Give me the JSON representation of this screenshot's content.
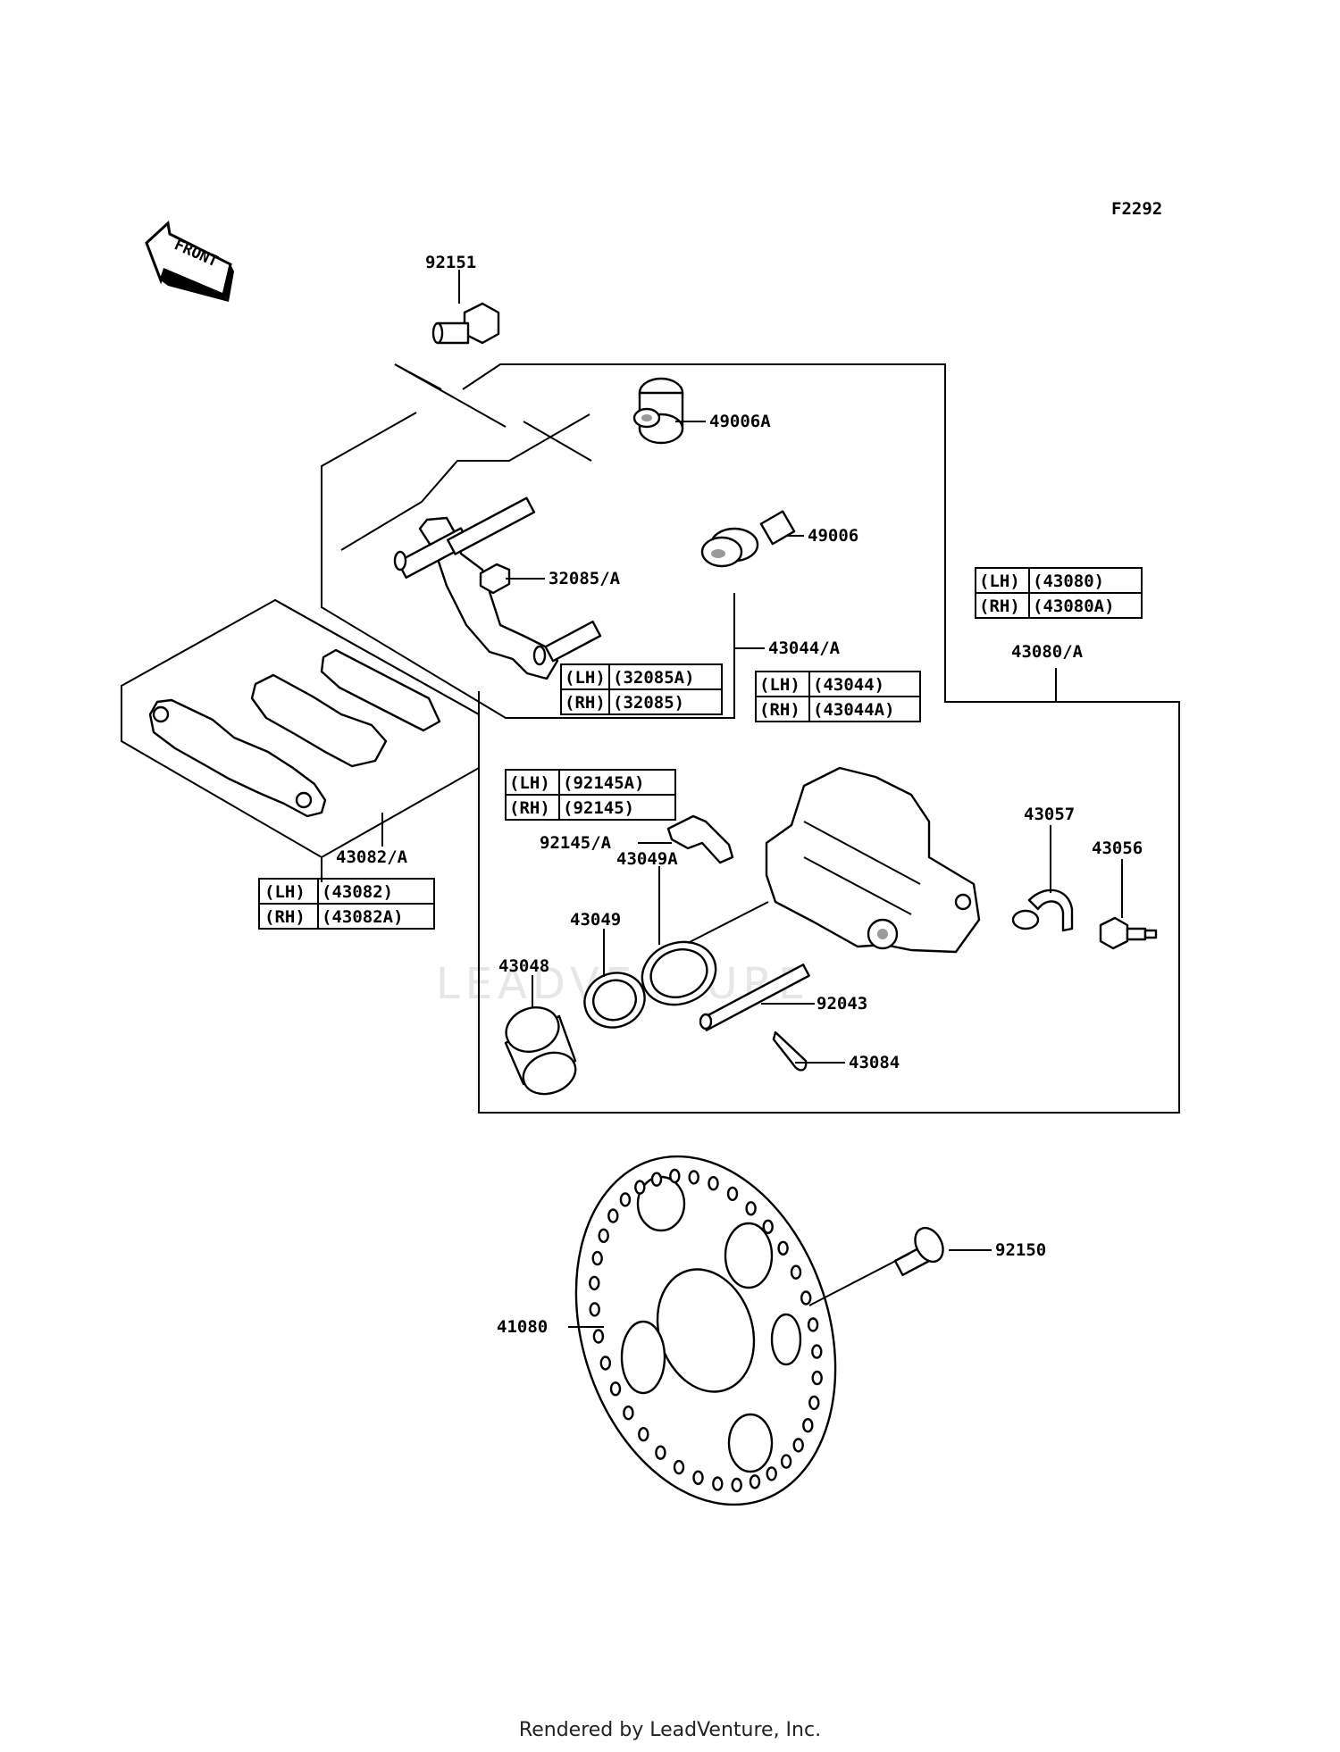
{
  "figure_code": "F2292",
  "front_arrow_text": "FRONT",
  "watermark": "LEADVENTURE",
  "footer": "Rendered by LeadVenture, Inc.",
  "callouts": {
    "p92151": "92151",
    "p49006A": "49006A",
    "p49006": "49006",
    "p32085A": "32085/A",
    "p43044A": "43044/A",
    "p43080A": "43080/A",
    "p43082A": "43082/A",
    "p92145A": "92145/A",
    "p43057": "43057",
    "p43056": "43056",
    "p43049A": "43049A",
    "p43049": "43049",
    "p43048": "43048",
    "p92043": "92043",
    "p43084": "43084",
    "p92150": "92150",
    "p41080": "41080"
  },
  "tables": {
    "t32085": [
      [
        "(LH)",
        "(32085A)"
      ],
      [
        "(RH)",
        "(32085)"
      ]
    ],
    "t43044": [
      [
        "(LH)",
        "(43044)"
      ],
      [
        "(RH)",
        "(43044A)"
      ]
    ],
    "t43080": [
      [
        "(LH)",
        "(43080)"
      ],
      [
        "(RH)",
        "(43080A)"
      ]
    ],
    "t43082": [
      [
        "(LH)",
        "(43082)"
      ],
      [
        "(RH)",
        "(43082A)"
      ]
    ],
    "t92145": [
      [
        "(LH)",
        "(92145A)"
      ],
      [
        "(RH)",
        "(92145)"
      ]
    ]
  }
}
